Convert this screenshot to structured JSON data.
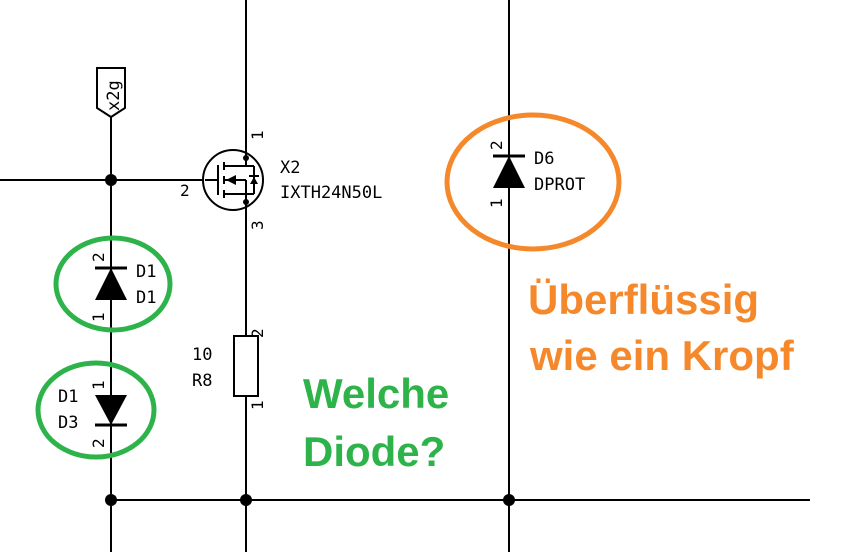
{
  "colors": {
    "wire": "#000000",
    "annotation_green": "#2db34a",
    "annotation_orange": "#f5882a"
  },
  "port": {
    "label": "x2g"
  },
  "mosfet": {
    "ref": "X2",
    "value": "IXTH24N50L",
    "pin_drain": "1",
    "pin_gate": "2",
    "pin_source": "3"
  },
  "resistor": {
    "value": "10",
    "ref": "R8",
    "pin_top": "2",
    "pin_bottom": "1"
  },
  "diode_top": {
    "ref": "D1",
    "value": "D1",
    "pin_top": "2",
    "pin_bottom": "1"
  },
  "diode_bottom": {
    "ref": "D1",
    "value": "D3",
    "pin_top": "1",
    "pin_bottom": "2"
  },
  "diode_right": {
    "ref": "D6",
    "value": "DPROT",
    "pin_top": "2",
    "pin_bottom": "1"
  },
  "annotations": {
    "green_line1": "Welche",
    "green_line2": "Diode?",
    "orange_line1": "Überflüssig",
    "orange_line2": "wie ein Kropf"
  }
}
